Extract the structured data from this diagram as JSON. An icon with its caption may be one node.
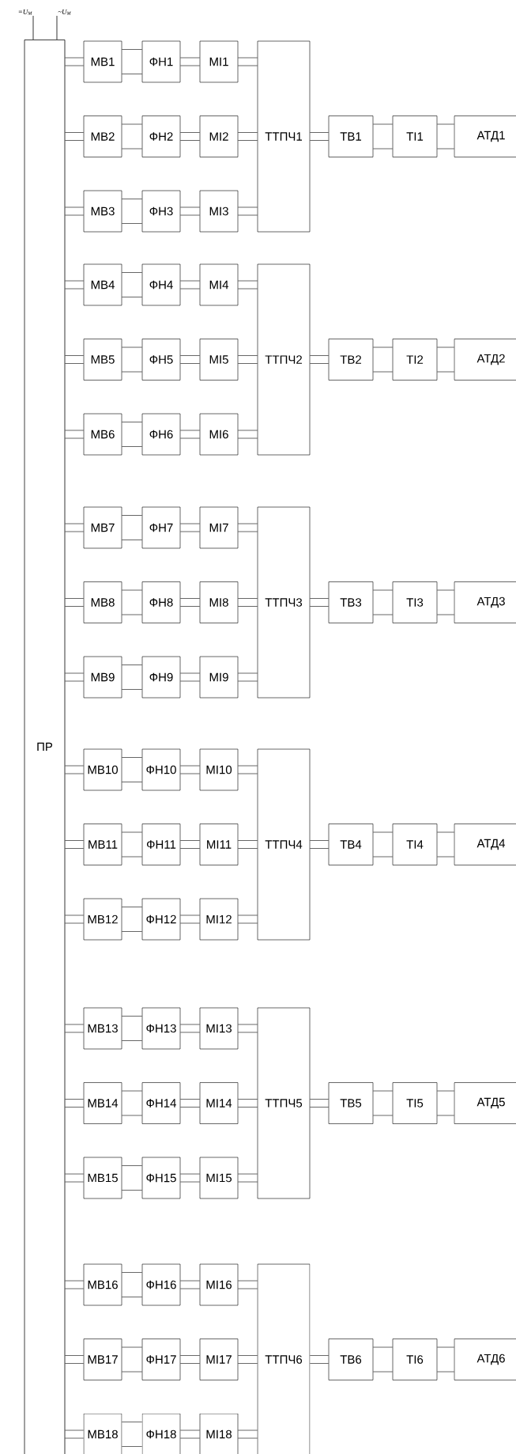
{
  "diagram": {
    "nodes": [
      {
        "text": [
          "=U$_{M}$"
        ]
      },
      {
        "text": [
          "~U$_{M}$"
        ]
      },
      {
        "text": [
          "ПР"
        ]
      },
      {
        "text": [
          "МВ1"
        ]
      },
      {
        "text": [
          "ФН1"
        ]
      },
      {
        "text": [
          "МІ1"
        ]
      },
      {
        "text": [
          "МВ2"
        ]
      },
      {
        "text": [
          "ФН2"
        ]
      },
      {
        "text": [
          "МІ2"
        ]
      },
      {
        "text": [
          "МВ3"
        ]
      },
      {
        "text": [
          "ФН3"
        ]
      },
      {
        "text": [
          "МІ3"
        ]
      },
      {
        "text": [
          "ТТПЧ1"
        ]
      },
      {
        "text": [
          "ТВ1"
        ]
      },
      {
        "text": [
          "ТІ1"
        ]
      },
      {
        "text": [
          "АТД1"
        ]
      },
      {
        "text": [
          "МВ4"
        ]
      },
      {
        "text": [
          "ФН4"
        ]
      },
      {
        "text": [
          "МІ4"
        ]
      },
      {
        "text": [
          "МВ5"
        ]
      },
      {
        "text": [
          "ФН5"
        ]
      },
      {
        "text": [
          "МІ5"
        ]
      },
      {
        "text": [
          "МВ6"
        ]
      },
      {
        "text": [
          "ФН6"
        ]
      },
      {
        "text": [
          "МІ6"
        ]
      },
      {
        "text": [
          "ТТПЧ2"
        ]
      },
      {
        "text": [
          "ТВ2"
        ]
      },
      {
        "text": [
          "ТІ2"
        ]
      },
      {
        "text": [
          "АТД2"
        ]
      },
      {
        "text": [
          "МВ7"
        ]
      },
      {
        "text": [
          "ФН7"
        ]
      },
      {
        "text": [
          "МІ7"
        ]
      },
      {
        "text": [
          "МВ8"
        ]
      },
      {
        "text": [
          "ФН8"
        ]
      },
      {
        "text": [
          "МІ8"
        ]
      },
      {
        "text": [
          "МВ9"
        ]
      },
      {
        "text": [
          "ФН9"
        ]
      },
      {
        "text": [
          "МІ9"
        ]
      },
      {
        "text": [
          "ТТПЧ3"
        ]
      },
      {
        "text": [
          "ТВ3"
        ]
      },
      {
        "text": [
          "ТІ3"
        ]
      },
      {
        "text": [
          "АТД3"
        ]
      },
      {
        "text": [
          "МВ10"
        ]
      },
      {
        "text": [
          "ФН10"
        ]
      },
      {
        "text": [
          "МІ10"
        ]
      },
      {
        "text": [
          "МВ11"
        ]
      },
      {
        "text": [
          "ФН11"
        ]
      },
      {
        "text": [
          "МІ11"
        ]
      },
      {
        "text": [
          "МВ12"
        ]
      },
      {
        "text": [
          "ФН12"
        ]
      },
      {
        "text": [
          "МІ12"
        ]
      },
      {
        "text": [
          "ТТПЧ4"
        ]
      },
      {
        "text": [
          "ТВ4"
        ]
      },
      {
        "text": [
          "ТІ4"
        ]
      },
      {
        "text": [
          "АТД4"
        ]
      },
      {
        "text": [
          "МВ13"
        ]
      },
      {
        "text": [
          "ФН13"
        ]
      },
      {
        "text": [
          "МІ13"
        ]
      },
      {
        "text": [
          "МВ14"
        ]
      },
      {
        "text": [
          "ФН14"
        ]
      },
      {
        "text": [
          "МІ14"
        ]
      },
      {
        "text": [
          "МВ15"
        ]
      },
      {
        "text": [
          "ФН15"
        ]
      },
      {
        "text": [
          "МІ15"
        ]
      },
      {
        "text": [
          "ТТПЧ5"
        ]
      },
      {
        "text": [
          "ТВ5"
        ]
      },
      {
        "text": [
          "ТІ5"
        ]
      },
      {
        "text": [
          "АТД5"
        ]
      },
      {
        "text": [
          "МВ16"
        ]
      },
      {
        "text": [
          "ФН16"
        ]
      },
      {
        "text": [
          "МІ16"
        ]
      },
      {
        "text": [
          "МВ17"
        ]
      },
      {
        "text": [
          "ФН17"
        ]
      },
      {
        "text": [
          "МІ17"
        ]
      },
      {
        "text": [
          "МВ18"
        ]
      },
      {
        "text": [
          "ФН18"
        ]
      },
      {
        "text": [
          "МІ18"
        ]
      },
      {
        "text": [
          "ТТПЧ6"
        ]
      },
      {
        "text": [
          "ТВ6"
        ]
      },
      {
        "text": [
          "ТІ6"
        ]
      },
      {
        "text": [
          "АТД6"
        ]
      }
    ],
    "edges": [
      {
        "from": 0,
        "to": 2,
        "arrow": "none"
      },
      {
        "from": 1,
        "to": 2,
        "arrow": "none"
      },
      {
        "from": 2,
        "to": 3,
        "arrow": "none"
      },
      {
        "from": 3,
        "to": 4,
        "arrow": "none"
      },
      {
        "from": 4,
        "to": 5,
        "arrow": "none"
      },
      {
        "from": 5,
        "to": 12,
        "arrow": "none"
      },
      {
        "from": 2,
        "to": 6,
        "arrow": "none"
      },
      {
        "from": 6,
        "to": 7,
        "arrow": "none"
      },
      {
        "from": 7,
        "to": 8,
        "arrow": "none"
      },
      {
        "from": 8,
        "to": 12,
        "arrow": "none"
      },
      {
        "from": 2,
        "to": 9,
        "arrow": "none"
      },
      {
        "from": 9,
        "to": 10,
        "arrow": "none"
      },
      {
        "from": 10,
        "to": 11,
        "arrow": "none"
      },
      {
        "from": 11,
        "to": 12,
        "arrow": "none"
      },
      {
        "from": 12,
        "to": 13,
        "arrow": "none"
      },
      {
        "from": 13,
        "to": 14,
        "arrow": "none"
      },
      {
        "from": 14,
        "to": 15,
        "arrow": "none"
      },
      {
        "from": 2,
        "to": 16,
        "arrow": "none"
      },
      {
        "from": 16,
        "to": 17,
        "arrow": "none"
      },
      {
        "from": 17,
        "to": 18,
        "arrow": "none"
      },
      {
        "from": 18,
        "to": 25,
        "arrow": "none"
      },
      {
        "from": 2,
        "to": 19,
        "arrow": "none"
      },
      {
        "from": 19,
        "to": 20,
        "arrow": "none"
      },
      {
        "from": 20,
        "to": 21,
        "arrow": "none"
      },
      {
        "from": 21,
        "to": 25,
        "arrow": "none"
      },
      {
        "from": 2,
        "to": 22,
        "arrow": "none"
      },
      {
        "from": 22,
        "to": 23,
        "arrow": "none"
      },
      {
        "from": 23,
        "to": 24,
        "arrow": "none"
      },
      {
        "from": 24,
        "to": 25,
        "arrow": "none"
      },
      {
        "from": 25,
        "to": 26,
        "arrow": "none"
      },
      {
        "from": 26,
        "to": 27,
        "arrow": "none"
      },
      {
        "from": 27,
        "to": 28,
        "arrow": "none"
      },
      {
        "from": 2,
        "to": 29,
        "arrow": "none"
      },
      {
        "from": 29,
        "to": 30,
        "arrow": "none"
      },
      {
        "from": 30,
        "to": 31,
        "arrow": "none"
      },
      {
        "from": 31,
        "to": 38,
        "arrow": "none"
      },
      {
        "from": 2,
        "to": 32,
        "arrow": "none"
      },
      {
        "from": 32,
        "to": 33,
        "arrow": "none"
      },
      {
        "from": 33,
        "to": 34,
        "arrow": "none"
      },
      {
        "from": 34,
        "to": 38,
        "arrow": "none"
      },
      {
        "from": 2,
        "to": 35,
        "arrow": "none"
      },
      {
        "from": 35,
        "to": 36,
        "arrow": "none"
      },
      {
        "from": 36,
        "to": 37,
        "arrow": "none"
      },
      {
        "from": 37,
        "to": 38,
        "arrow": "none"
      },
      {
        "from": 38,
        "to": 39,
        "arrow": "none"
      },
      {
        "from": 39,
        "to": 40,
        "arrow": "none"
      },
      {
        "from": 40,
        "to": 41,
        "arrow": "none"
      },
      {
        "from": 2,
        "to": 42,
        "arrow": "none"
      },
      {
        "from": 42,
        "to": 43,
        "arrow": "none"
      },
      {
        "from": 43,
        "to": 44,
        "arrow": "none"
      },
      {
        "from": 44,
        "to": 51,
        "arrow": "none"
      },
      {
        "from": 2,
        "to": 45,
        "arrow": "none"
      },
      {
        "from": 45,
        "to": 46,
        "arrow": "none"
      },
      {
        "from": 46,
        "to": 47,
        "arrow": "none"
      },
      {
        "from": 47,
        "to": 51,
        "arrow": "none"
      },
      {
        "from": 2,
        "to": 48,
        "arrow": "none"
      },
      {
        "from": 48,
        "to": 49,
        "arrow": "none"
      },
      {
        "from": 49,
        "to": 50,
        "arrow": "none"
      },
      {
        "from": 50,
        "to": 51,
        "arrow": "none"
      },
      {
        "from": 51,
        "to": 52,
        "arrow": "none"
      },
      {
        "from": 52,
        "to": 53,
        "arrow": "none"
      },
      {
        "from": 53,
        "to": 54,
        "arrow": "none"
      },
      {
        "from": 2,
        "to": 55,
        "arrow": "none"
      },
      {
        "from": 55,
        "to": 56,
        "arrow": "none"
      },
      {
        "from": 56,
        "to": 57,
        "arrow": "none"
      },
      {
        "from": 57,
        "to": 64,
        "arrow": "none"
      },
      {
        "from": 2,
        "to": 58,
        "arrow": "none"
      },
      {
        "from": 58,
        "to": 59,
        "arrow": "none"
      },
      {
        "from": 59,
        "to": 60,
        "arrow": "none"
      },
      {
        "from": 60,
        "to": 64,
        "arrow": "none"
      },
      {
        "from": 2,
        "to": 61,
        "arrow": "none"
      },
      {
        "from": 61,
        "to": 62,
        "arrow": "none"
      },
      {
        "from": 62,
        "to": 63,
        "arrow": "none"
      },
      {
        "from": 63,
        "to": 64,
        "arrow": "none"
      },
      {
        "from": 64,
        "to": 65,
        "arrow": "none"
      },
      {
        "from": 65,
        "to": 66,
        "arrow": "none"
      },
      {
        "from": 66,
        "to": 67,
        "arrow": "none"
      },
      {
        "from": 2,
        "to": 68,
        "arrow": "none"
      },
      {
        "from": 68,
        "to": 69,
        "arrow": "none"
      },
      {
        "from": 69,
        "to": 70,
        "arrow": "none"
      },
      {
        "from": 70,
        "to": 77,
        "arrow": "none"
      },
      {
        "from": 2,
        "to": 71,
        "arrow": "none"
      },
      {
        "from": 71,
        "to": 72,
        "arrow": "none"
      },
      {
        "from": 72,
        "to": 73,
        "arrow": "none"
      },
      {
        "from": 73,
        "to": 77,
        "arrow": "none"
      },
      {
        "from": 2,
        "to": 74,
        "arrow": "none"
      },
      {
        "from": 74,
        "to": 75,
        "arrow": "none"
      },
      {
        "from": 75,
        "to": 76,
        "arrow": "none"
      },
      {
        "from": 76,
        "to": 77,
        "arrow": "none"
      },
      {
        "from": 77,
        "to": 78,
        "arrow": "none"
      },
      {
        "from": 78,
        "to": 79,
        "arrow": "none"
      },
      {
        "from": 79,
        "to": 80,
        "arrow": "none"
      }
    ]
  }
}
